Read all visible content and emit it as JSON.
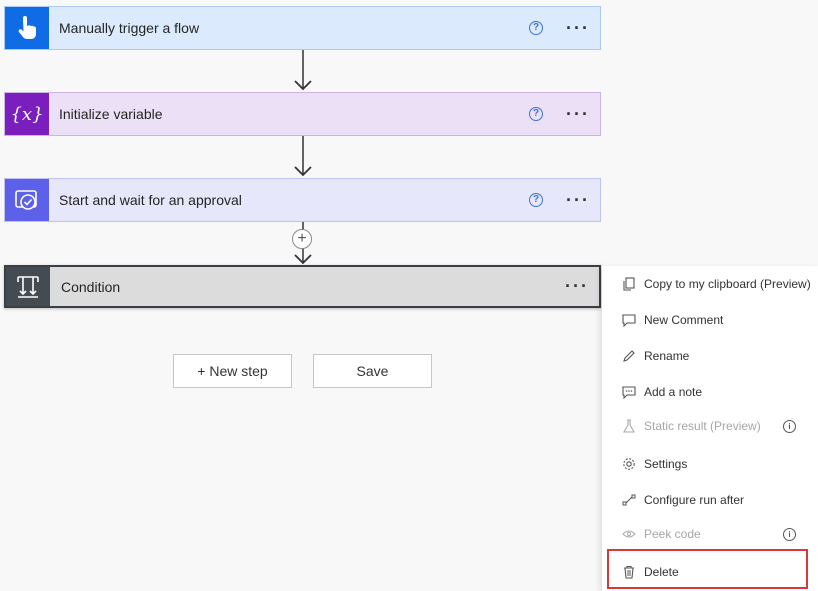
{
  "steps": [
    {
      "title": "Manually trigger a flow",
      "icon": "hand-touch-icon",
      "color": "#0f6ce5"
    },
    {
      "title": "Initialize variable",
      "icon": "variable-braces-icon",
      "glyph": "{x}",
      "color": "#7a1fbd"
    },
    {
      "title": "Start and wait for an approval",
      "icon": "approval-icon",
      "color": "#5d60e8"
    },
    {
      "title": "Condition",
      "icon": "condition-icon",
      "color": "#454b52"
    }
  ],
  "help_glyph": "?",
  "more_glyph": "···",
  "add_glyph": "+",
  "actions": {
    "new_step": "+ New step",
    "save": "Save"
  },
  "menu": {
    "items": [
      {
        "label": "Copy to my clipboard (Preview)",
        "icon": "copy-icon",
        "enabled": true
      },
      {
        "label": "New Comment",
        "icon": "comment-icon",
        "enabled": true
      },
      {
        "label": "Rename",
        "icon": "pencil-icon",
        "enabled": true
      },
      {
        "label": "Add a note",
        "icon": "note-icon",
        "enabled": true
      },
      {
        "label": "Static result (Preview)",
        "icon": "flask-icon",
        "enabled": false
      },
      {
        "label": "Settings",
        "icon": "gear-icon",
        "enabled": true
      },
      {
        "label": "Configure run after",
        "icon": "run-after-icon",
        "enabled": true
      },
      {
        "label": "Peek code",
        "icon": "eye-icon",
        "enabled": false
      },
      {
        "label": "Delete",
        "icon": "trash-icon",
        "enabled": true,
        "highlighted": true
      }
    ],
    "info_glyph": "i",
    "highlight_color": "#d9383a"
  }
}
